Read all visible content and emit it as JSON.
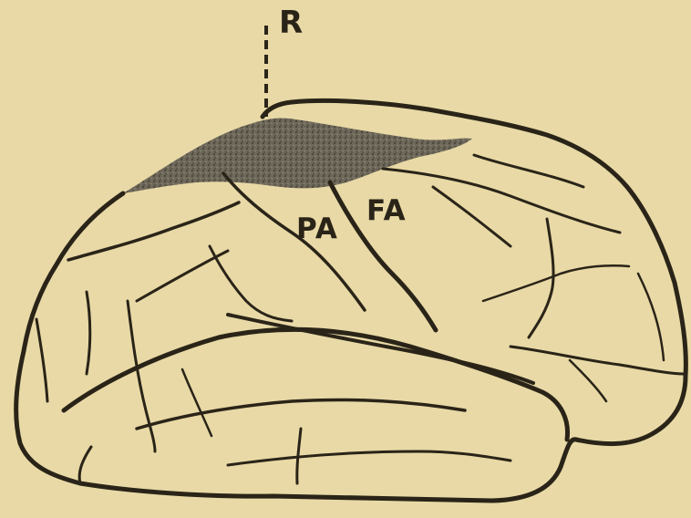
{
  "figure": {
    "background_color": "#e8d9a6",
    "ink_color": "#2a2418",
    "labels": {
      "r": "R",
      "pa": "PA",
      "fa": "FA"
    }
  }
}
